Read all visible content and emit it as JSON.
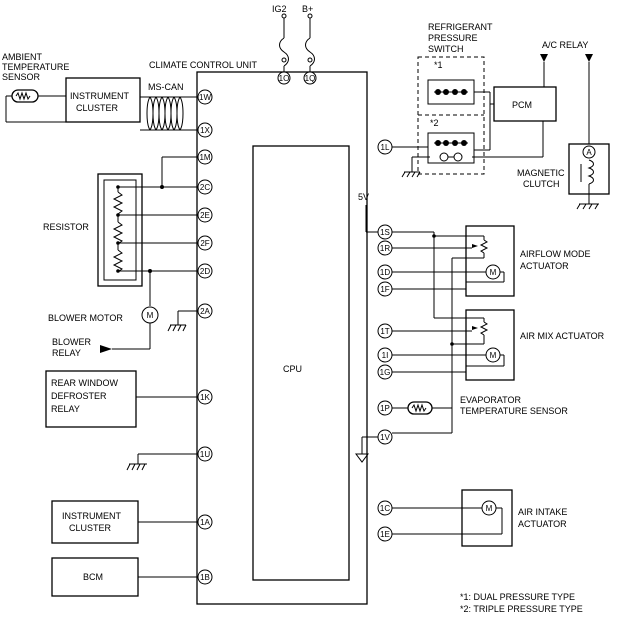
{
  "labels": {
    "ambient_sensor": [
      "AMBIENT",
      "TEMPERATURE",
      "SENSOR"
    ],
    "instrument_cluster_top": [
      "INSTRUMENT",
      "CLUSTER"
    ],
    "ms_can": "MS-CAN",
    "climate_control_unit": "CLIMATE CONTROL UNIT",
    "ig2": "IG2",
    "b_plus": "B+",
    "refrigerant_switch": [
      "REFRIGERANT",
      "PRESSURE",
      "SWITCH"
    ],
    "note_mark_1": "*1",
    "note_mark_2": "*2",
    "pcm": "PCM",
    "ac_relay": "A/C RELAY",
    "magnetic_clutch": [
      "MAGNETIC",
      "CLUTCH"
    ],
    "ammeter_a": "A",
    "resistor": "RESISTOR",
    "five_v": "5V",
    "airflow_actuator": [
      "AIRFLOW MODE",
      "ACTUATOR"
    ],
    "blower_motor": "BLOWER MOTOR",
    "motor_m": "M",
    "blower_relay": [
      "BLOWER",
      "RELAY"
    ],
    "air_mix_actuator": "AIR MIX ACTUATOR",
    "cpu": "CPU",
    "rear_defroster": [
      "REAR WINDOW",
      "DEFROSTER",
      "RELAY"
    ],
    "evaporator_sensor": [
      "EVAPORATOR",
      "TEMPERATURE SENSOR"
    ],
    "instrument_cluster_bottom": [
      "INSTRUMENT",
      "CLUSTER"
    ],
    "air_intake_actuator": [
      "AIR INTAKE",
      "ACTUATOR"
    ],
    "bcm": "BCM",
    "footnotes": [
      "*1: DUAL PRESSURE TYPE",
      "*2: TRIPLE PRESSURE TYPE"
    ]
  },
  "pins": {
    "p1W": "1W",
    "p1X": "1X",
    "p1M": "1M",
    "p2C": "2C",
    "p2E": "2E",
    "p2F": "2F",
    "p2D": "2D",
    "p2A": "2A",
    "p1K": "1K",
    "p1U": "1U",
    "p1A": "1A",
    "p1B": "1B",
    "p1O": "1O",
    "p1Q": "1Q",
    "p1L": "1L",
    "p1S": "1S",
    "p1R": "1R",
    "p1D": "1D",
    "p1F": "1F",
    "p1T": "1T",
    "p1I": "1I",
    "p1G": "1G",
    "p1P": "1P",
    "p1V": "1V",
    "p1C": "1C",
    "p1E": "1E"
  }
}
